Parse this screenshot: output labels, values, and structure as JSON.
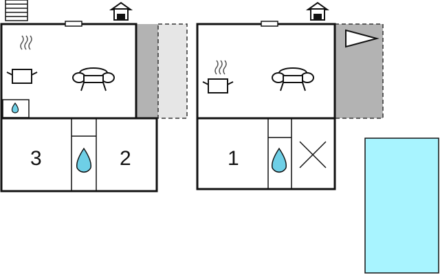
{
  "colors": {
    "wall": "#111111",
    "terrace_dark": "#b3b3b3",
    "terrace_light": "#e6e6e6",
    "pool": "#a8f4ff",
    "water_drop": "#6ecfe6",
    "fill": "#ffffff"
  },
  "rooms": [
    {
      "label": "3"
    },
    {
      "label": "2"
    },
    {
      "label": "1"
    }
  ],
  "icons": [
    "stairs-icon",
    "house-entrance-icon",
    "cooking-pot-icon",
    "sofa-icon",
    "sink-icon",
    "shower-drop-icon",
    "flag-icon",
    "x-mark-icon"
  ]
}
